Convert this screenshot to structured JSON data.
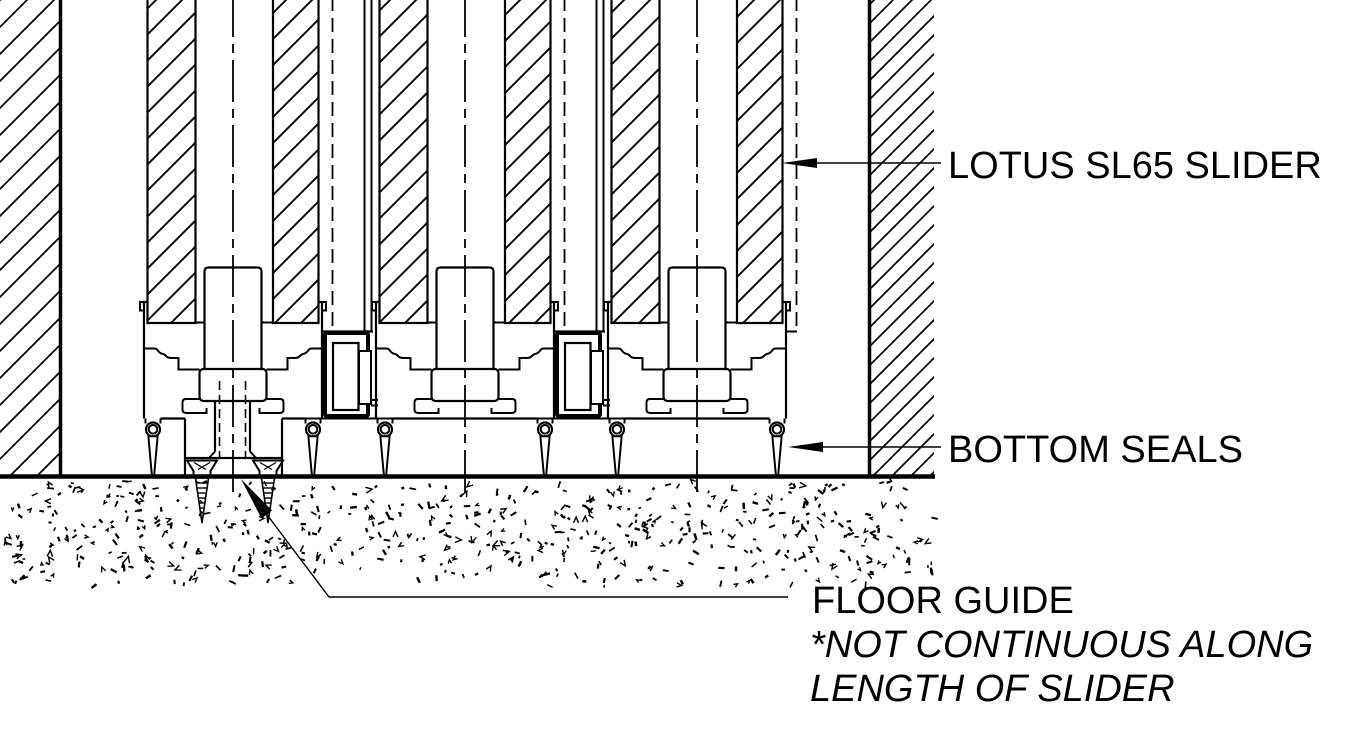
{
  "page": {
    "background_color": "#ffffff",
    "line_color": "#000000"
  },
  "labels": {
    "slider_label": "LOTUS SL65 SLIDER",
    "bottom_seals_label": "BOTTOM SEALS",
    "floor_guide_label": "FLOOR GUIDE",
    "floor_guide_note_line1": "*NOT CONTINUOUS ALONG",
    "floor_guide_note_line2": "LENGTH OF SLIDER"
  },
  "drawing": {
    "view": "bottom track section detail",
    "panel_count": 3,
    "bottom_seal_count": 6,
    "floor_guide_screw_count": 2
  }
}
